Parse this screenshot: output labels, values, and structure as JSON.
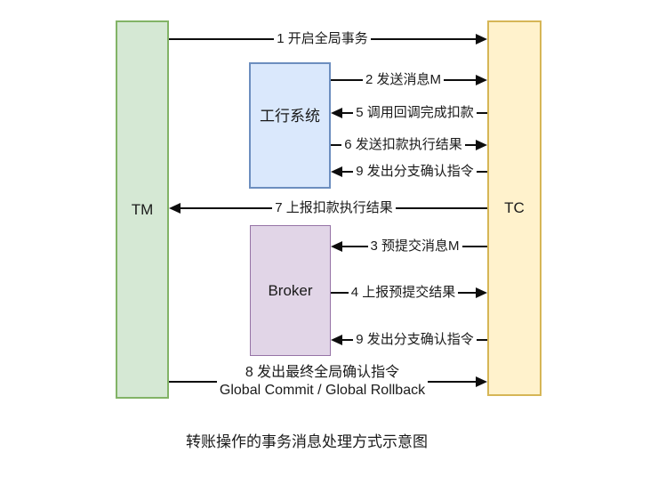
{
  "caption": "转账操作的事务消息处理方式示意图",
  "boxes": {
    "tm": {
      "label": "TM"
    },
    "icbc": {
      "label": "工行系统"
    },
    "broker": {
      "label": "Broker"
    },
    "tc": {
      "label": "TC"
    }
  },
  "arrows": [
    {
      "label": "1 开启全局事务",
      "direction": "right"
    },
    {
      "label": "2 发送消息M",
      "direction": "right"
    },
    {
      "label": "5 调用回调完成扣款",
      "direction": "left"
    },
    {
      "label": "6 发送扣款执行结果",
      "direction": "right"
    },
    {
      "label": "9 发出分支确认指令",
      "direction": "left"
    },
    {
      "label": "7 上报扣款执行结果",
      "direction": "left"
    },
    {
      "label": "3 预提交消息M",
      "direction": "left"
    },
    {
      "label": "4 上报预提交结果",
      "direction": "right"
    },
    {
      "label": "9 发出分支确认指令",
      "direction": "left"
    },
    {
      "label": "8 发出最终全局确认指令",
      "label_line2": "Global Commit / Global Rollback",
      "direction": "right"
    }
  ],
  "colors": {
    "tm_fill": "#d5e8d4",
    "tm_border": "#82b366",
    "icbc_fill": "#dae8fc",
    "icbc_border": "#6c8ebf",
    "broker_fill": "#e1d5e7",
    "broker_border": "#9673a6",
    "tc_fill": "#fff2cc",
    "tc_border": "#d6b656",
    "arrow": "#0d0d0d",
    "text": "#1a1a1a",
    "background": "#ffffff"
  }
}
